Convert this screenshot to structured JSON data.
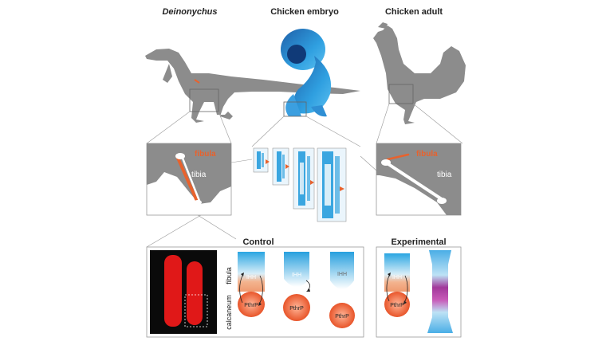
{
  "titles": {
    "deinonychus": "Deinonychus",
    "embryo": "Chicken embryo",
    "adult": "Chicken adult"
  },
  "insets": {
    "fibula_label": "fibula",
    "tibia_label": "tibia"
  },
  "panels": {
    "control_title": "Control",
    "experimental_title": "Experimental",
    "side_fibula": "fibula",
    "side_calcaneum": "calcaneum",
    "ihh": "IHH",
    "pthrp": "PthrP"
  },
  "colors": {
    "silhouette": "#8c8c8c",
    "bone_orange": "#e8622d",
    "stain_blue": "#3aa6e0",
    "gel_red": "#e01818",
    "purple": "#9c2f8f"
  }
}
